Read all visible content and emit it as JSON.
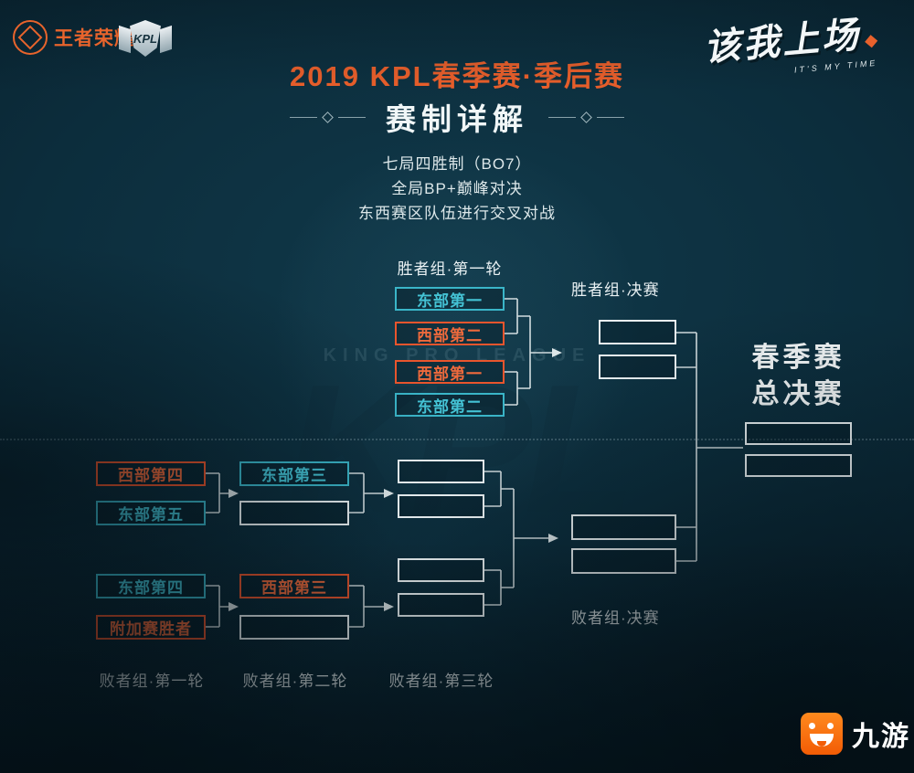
{
  "colors": {
    "east": "#3ab5c8",
    "west": "#e9552d",
    "accent_orange": "#ea5f2b",
    "slot_border": "#ecf3f5"
  },
  "header": {
    "wzry_logo": "王者荣耀",
    "kpl_logo": "KPL",
    "slogan": "该我上场",
    "slogan_sub": "IT'S MY TIME"
  },
  "title": {
    "main": "2019 KPL春季赛·季后赛",
    "sub": "赛制详解"
  },
  "rules": {
    "line1": "七局四胜制（BO7）",
    "line2": "全局BP+巅峰对决",
    "line3": "东西赛区队伍进行交叉对战"
  },
  "bracket": {
    "winners_r1_label": "胜者组·第一轮",
    "winners_final_label": "胜者组·决赛",
    "grand_final_line1": "春季赛",
    "grand_final_line2": "总决赛",
    "losers_r1_label": "败者组·第一轮",
    "losers_r2_label": "败者组·第二轮",
    "losers_r3_label": "败者组·第三轮",
    "losers_final_label": "败者组·决赛",
    "winners_r1_teams": {
      "t1": "东部第一",
      "t2": "西部第二",
      "t3": "西部第一",
      "t4": "东部第二"
    },
    "losers_c1_teams": {
      "t1": "西部第四",
      "t2": "东部第五",
      "t3": "东部第四",
      "t4": "附加赛胜者"
    },
    "losers_c2_teams": {
      "t1": "东部第三",
      "t2": "西部第三"
    }
  },
  "watermark": {
    "text": "KING PRO LEAGUE",
    "monogram": "KPL"
  },
  "footer": {
    "jiuyou": "九游"
  }
}
